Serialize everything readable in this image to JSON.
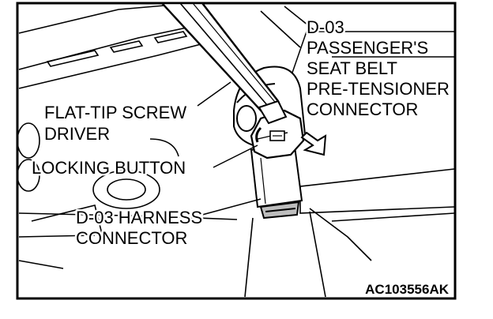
{
  "labels": {
    "passenger_connector": [
      "D-03",
      "PASSENGER'S",
      "SEAT BELT",
      "PRE-TENSIONER",
      "CONNECTOR"
    ],
    "screwdriver": [
      "FLAT-TIP SCREW",
      "DRIVER"
    ],
    "locking_button": "LOCKING BUTTON",
    "harness_connector": [
      "D-03 HARNESS",
      "CONNECTOR"
    ]
  },
  "figure_code": "AC103556AK"
}
